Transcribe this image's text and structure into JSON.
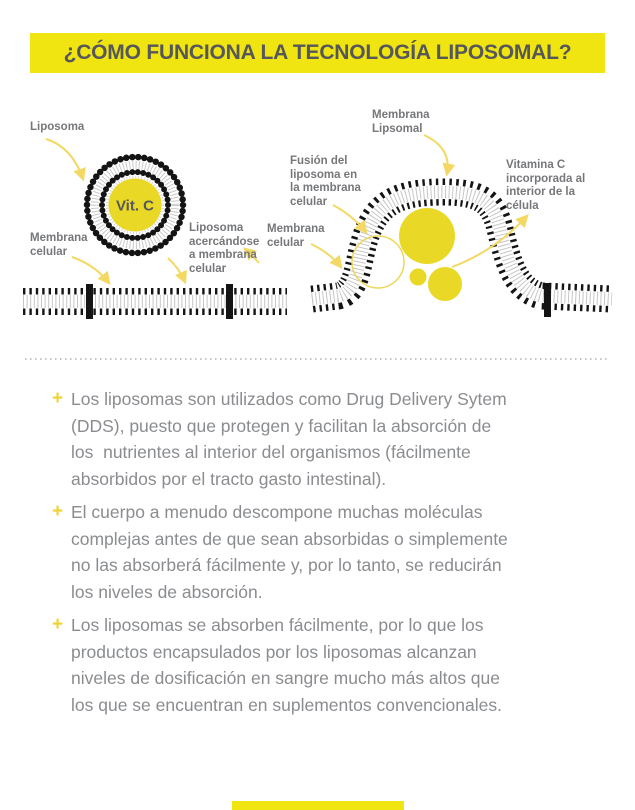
{
  "header": {
    "title": "¿CÓMO FUNCIONA LA TECNOLOGÍA LIPOSOMAL?"
  },
  "diagram": {
    "labels": {
      "liposoma": "Liposoma",
      "membrana_celular_left": "Membrana\ncelular",
      "liposoma_acercandose": "Liposoma\nacercándose\na membrana\ncelular",
      "fusion": "Fusión del\nliposoma en\nla membrana\ncelular",
      "membrana_celular_right": "Membrana\ncelular",
      "membrana_lipsomal": "Membrana\nLipsomal",
      "vitamina_c": "Vitamina C\nincorporada al\ninterior de la\ncélula",
      "vit_c_core": "Vit. C"
    },
    "colors": {
      "banner_yellow": "#f0e411",
      "payload_yellow": "#e9d926",
      "arrow_yellow": "#f3d964",
      "bead_black": "#141414",
      "tail_gray": "#c6c6c6",
      "label_gray": "#76777a"
    }
  },
  "bullets": {
    "marker": "+",
    "items": [
      {
        "text": "Los liposomas son utilizados como Drug Delivery Sytem\n(DDS), puesto que protegen y facilitan la absorción de\nlos  nutrientes al interior del organismos (fácilmente\nabsorbidos por el tracto gasto intestinal)."
      },
      {
        "text": "El cuerpo a menudo descompone muchas moléculas\ncomplejas antes de que sean absorbidas o simplemente\nno las absorberá fácilmente y, por lo tanto, se reducirán\nlos niveles de absorción."
      },
      {
        "text": "Los liposomas se absorben fácilmente, por lo que los\nproductos encapsulados por los liposomas alcanzan\nniveles de dosificación en sangre mucho más altos que\nlos que se encuentran en suplementos convencionales."
      }
    ]
  }
}
